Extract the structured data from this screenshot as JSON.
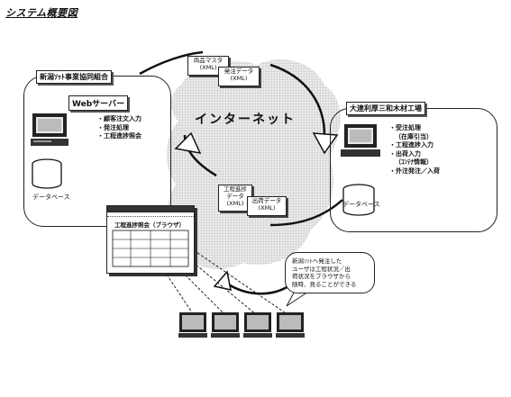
{
  "title": "システム概要図",
  "cloud_label": "インターネット",
  "left_org": {
    "label": "新潟ｿｯﾄ事業協同組合",
    "web_server_label": "Webサーバー",
    "functions": [
      "・顧客注文入力",
      "・発注処理",
      "・工程進捗照会"
    ],
    "database_label": "データベース"
  },
  "right_org": {
    "label": "大連利厚三和木材工場",
    "functions": [
      "・受注処理",
      "（在庫引当）",
      "・工程進捗入力",
      "・出荷入力",
      "（ｺﾝﾃﾅ情報）",
      "・外注発注／入荷"
    ],
    "database_label": "データベース"
  },
  "docs": {
    "product_master": [
      "商品マスタ",
      "(XML)"
    ],
    "order_data": [
      "発注データ",
      "(XML)"
    ],
    "progress_data": [
      "工程進捗",
      "データ",
      "(XML)"
    ],
    "shipping_data": [
      "出荷データ",
      "(XML)"
    ]
  },
  "browser_window_title": "工程進捗照会（ブラウザ）",
  "callout_text": [
    "新潟ｿｯﾄへ発注した",
    "ユーザは工程状況／出",
    "荷状況をブラウザから",
    "随時、見ることができる"
  ],
  "colors": {
    "ink": "#111111",
    "cloud": "#c8c8c8"
  }
}
